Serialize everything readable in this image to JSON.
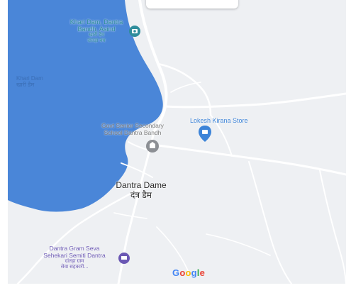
{
  "map": {
    "water": {
      "lake_name": "Khari Dam",
      "lake_name_local": "खारी डैम"
    },
    "places": {
      "village_name": "Dantra Dame",
      "village_name_local": "दंत्र डैम"
    },
    "pois": {
      "khari_dam": {
        "line1": "Khari Dam, Dantra",
        "line2": "Bandh, Asind",
        "local": "खारी डैम",
        "local2": "दांतड़ा बंध",
        "icon": "camera-pin-icon",
        "color": "#2f8d9c"
      },
      "school": {
        "line1": "Govt Senior Secondary",
        "line2": "School Dantra Bandh",
        "icon": "school-pin-icon",
        "color": "#7d7d7d"
      },
      "kirana": {
        "label": "Lokesh Kirana Store",
        "icon": "shop-pin-icon",
        "color": "#3d84d8"
      },
      "gram_seva": {
        "line1": "Dantra Gram Seva",
        "line2": "Sehekari Semiti Dantra",
        "local": "दांतड़ा ग्राम",
        "local2": "सेवा सहकारी...",
        "icon": "bank-pin-icon",
        "color": "#6b58b4"
      }
    },
    "branding": {
      "logo_text_parts": [
        "G",
        "o",
        "o",
        "g",
        "l",
        "e"
      ],
      "logo_colors": [
        "#4285F4",
        "#EA4335",
        "#FBBC05",
        "#4285F4",
        "#34A853",
        "#EA4335"
      ]
    },
    "colors": {
      "land": "#eef0f3",
      "water": "#4a86d8",
      "road": "#ffffff"
    }
  }
}
